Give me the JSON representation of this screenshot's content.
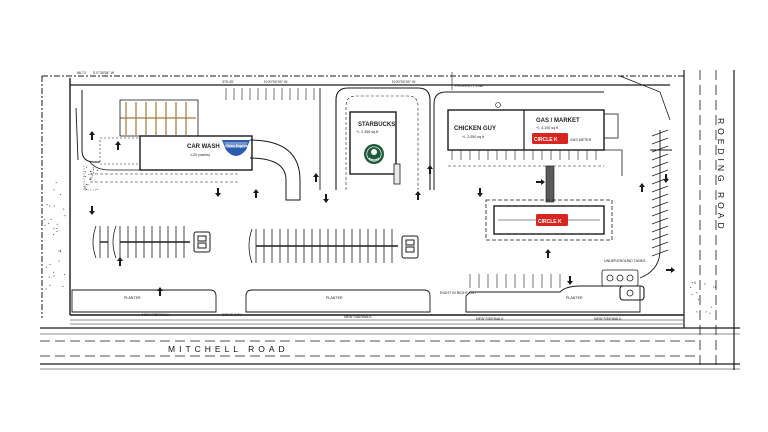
{
  "bearing_label": "S 0°30'54\" W",
  "bearing_prefix": "86.71'",
  "top_dims": [
    "379.45'",
    "N 00°00'00\" W",
    "N 00°00'00\" W"
  ],
  "property_line": "PROPERTY LINE",
  "buildings": {
    "car_wash": {
      "name": "CAR WASH",
      "area": "1.20 (varies)",
      "logo": "Clean Express"
    },
    "starbucks": {
      "name": "STARBUCKS",
      "area": "+/- 2,356 sq ft"
    },
    "chicken_guy": {
      "name": "CHICKEN GUY",
      "area": "+/- 2,050 sq ft"
    },
    "gas_market": {
      "name": "GAS / MARKET",
      "area": "+/- 4,100 sq ft"
    }
  },
  "circle_k": {
    "brand": "CIRCLE K",
    "gas_meter": "GAS METER"
  },
  "underground_tank": "UNDERGROUND TANKS",
  "roads": {
    "bottom": "MITCHELL ROAD",
    "right": "ROEDING ROAD"
  },
  "planter": "PLANTER",
  "new_sidewalk": "NEW SIDEWALK",
  "drive_way": "DRIVE WAY",
  "right_in_out": "RIGHT IN RIGHT OUT",
  "colors": {
    "line": "#1a1a1a",
    "circle_k_red": "#d6261f",
    "starbucks_green": "#1e5b38",
    "car_wash_blue": "#2a5db0",
    "hatch_brown": "#a07a3a"
  }
}
